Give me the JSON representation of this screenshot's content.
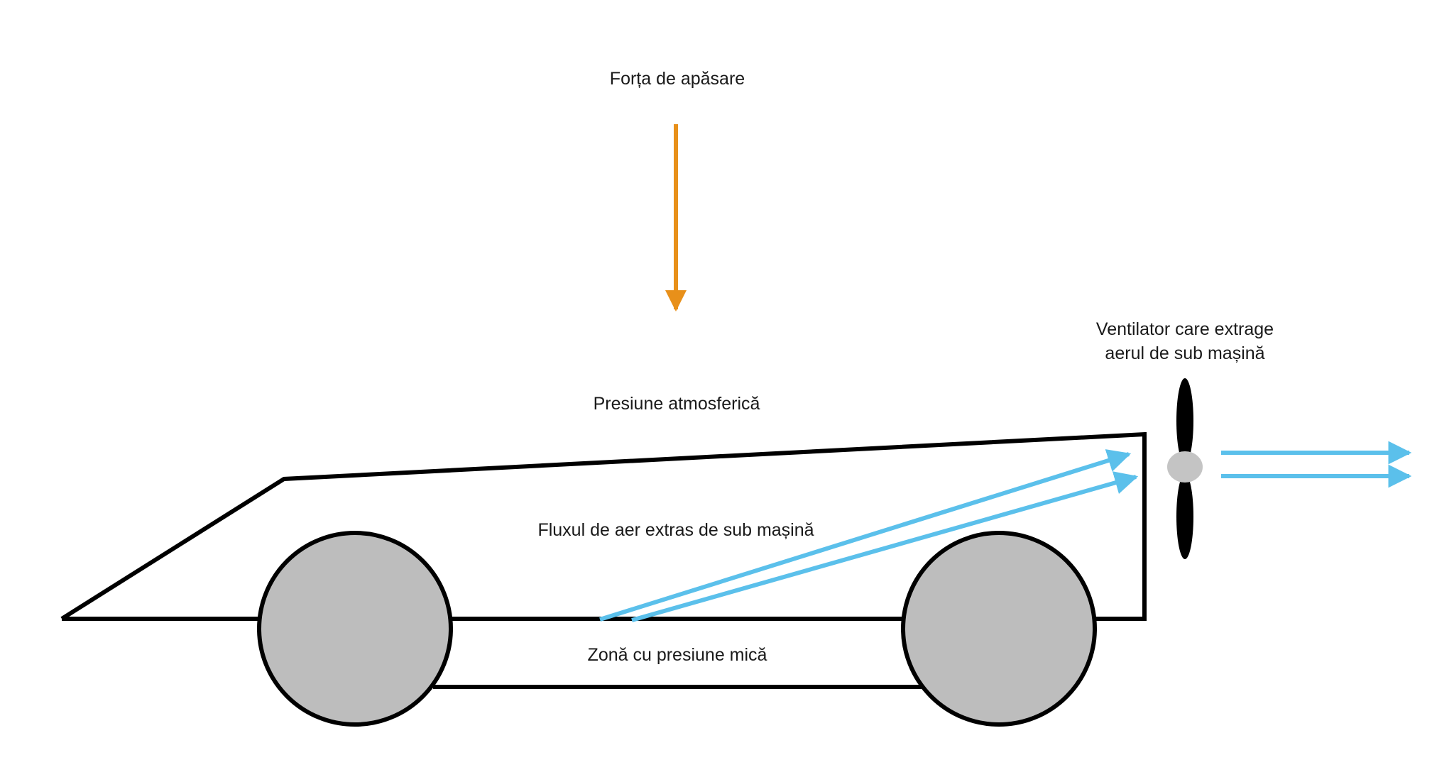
{
  "labels": {
    "downforce": "Forța de apăsare",
    "fan_line1": "Ventilator care extrage",
    "fan_line2": "aerul de sub mașină",
    "atmospheric_pressure": "Presiune atmosferică",
    "airflow": "Fluxul de aer extras de sub mașină",
    "low_pressure_zone": "Zonă cu presiune mică"
  },
  "colors": {
    "outline": "#000000",
    "wheel_fill": "#bdbdbd",
    "hub_fill": "#c4c4c4",
    "downforce_arrow": "#e8901a",
    "airflow_arrows": "#5bc0eb",
    "text": "#1a1a1a"
  },
  "icons": {
    "fan": "propeller-icon",
    "downforce": "arrow-down-icon",
    "airflow": "arrow-right-icon"
  }
}
